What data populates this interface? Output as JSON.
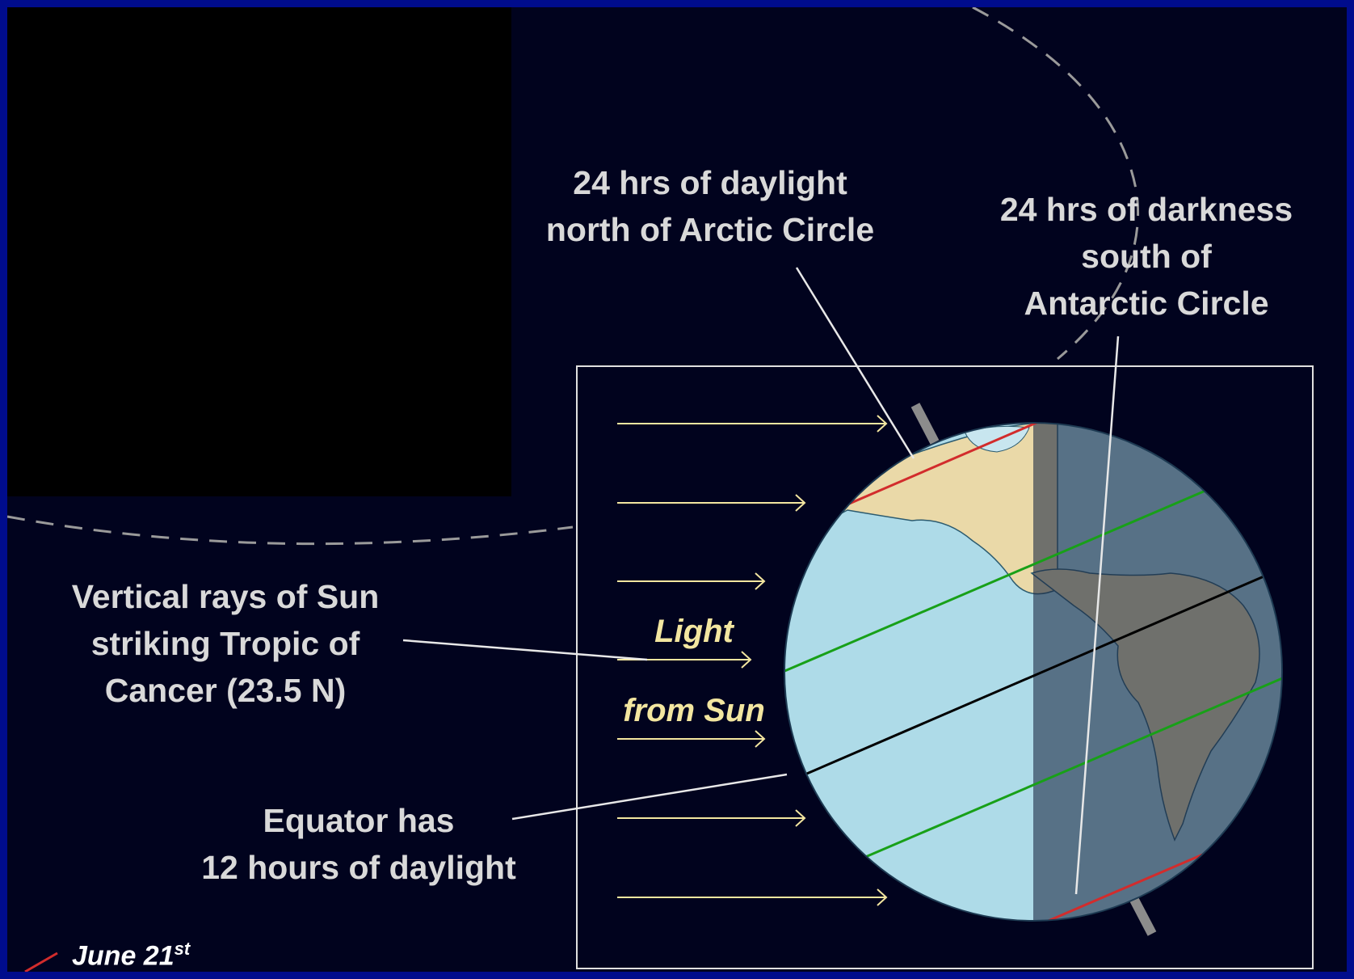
{
  "labels": {
    "daylight_arctic": [
      "24 hrs of daylight",
      "north of Arctic Circle"
    ],
    "darkness_antarctic": [
      "24 hrs of darkness",
      "south of",
      "Antarctic Circle"
    ],
    "vertical_rays": [
      "Vertical rays of Sun",
      "striking Tropic of",
      "Cancer (23.5 N)"
    ],
    "equator": [
      "Equator has",
      "12 hours of daylight"
    ],
    "light_from_sun": [
      "Light",
      "from Sun"
    ],
    "date": {
      "text": "June 21",
      "suffix": "st"
    }
  },
  "colors": {
    "frame": "#000c8c",
    "background": "#01031e",
    "label_text": "#d9d9d9",
    "sun_arrows": "#f3e6a0",
    "arctic_circle_line": "#d22c2c",
    "tropic_line": "#18a018",
    "equator_line": "#000000",
    "ocean_day": "#aedbe8",
    "land_day": "#ead9a8",
    "night_overlay": "#3a4a63"
  }
}
